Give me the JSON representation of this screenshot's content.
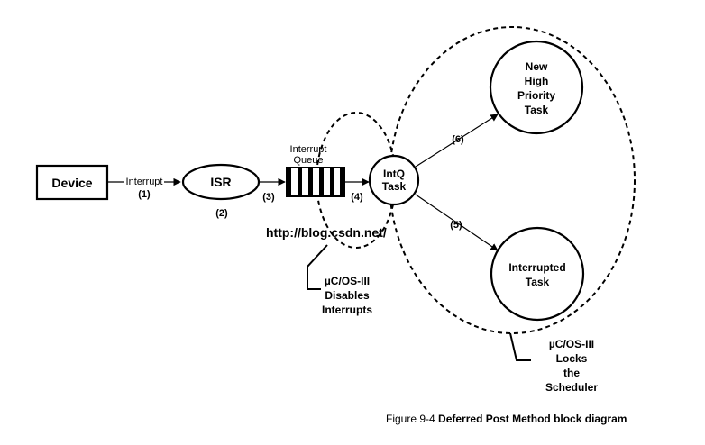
{
  "nodes": {
    "device": "Device",
    "isr": "ISR",
    "intq_task": [
      "IntQ",
      "Task"
    ],
    "new_task": [
      "New",
      "High",
      "Priority",
      "Task"
    ],
    "interrupted_task": [
      "Interrupted",
      "Task"
    ]
  },
  "queue_label": [
    "Interrupt",
    "Queue"
  ],
  "arrows": {
    "interrupt": "Interrupt",
    "step1": "(1)",
    "step2": "(2)",
    "step3": "(3)",
    "step4": "(4)",
    "step5": "(5)",
    "step6": "(6)"
  },
  "callouts": {
    "disables": [
      "µC/OS-III",
      "Disables",
      "Interrupts"
    ],
    "locks": [
      "µC/OS-III",
      "Locks",
      "the",
      "Scheduler"
    ]
  },
  "watermark": "http://blog.csdn.net/",
  "caption": {
    "prefix": "Figure 9-4",
    "title": "Deferred Post Method block diagram"
  }
}
